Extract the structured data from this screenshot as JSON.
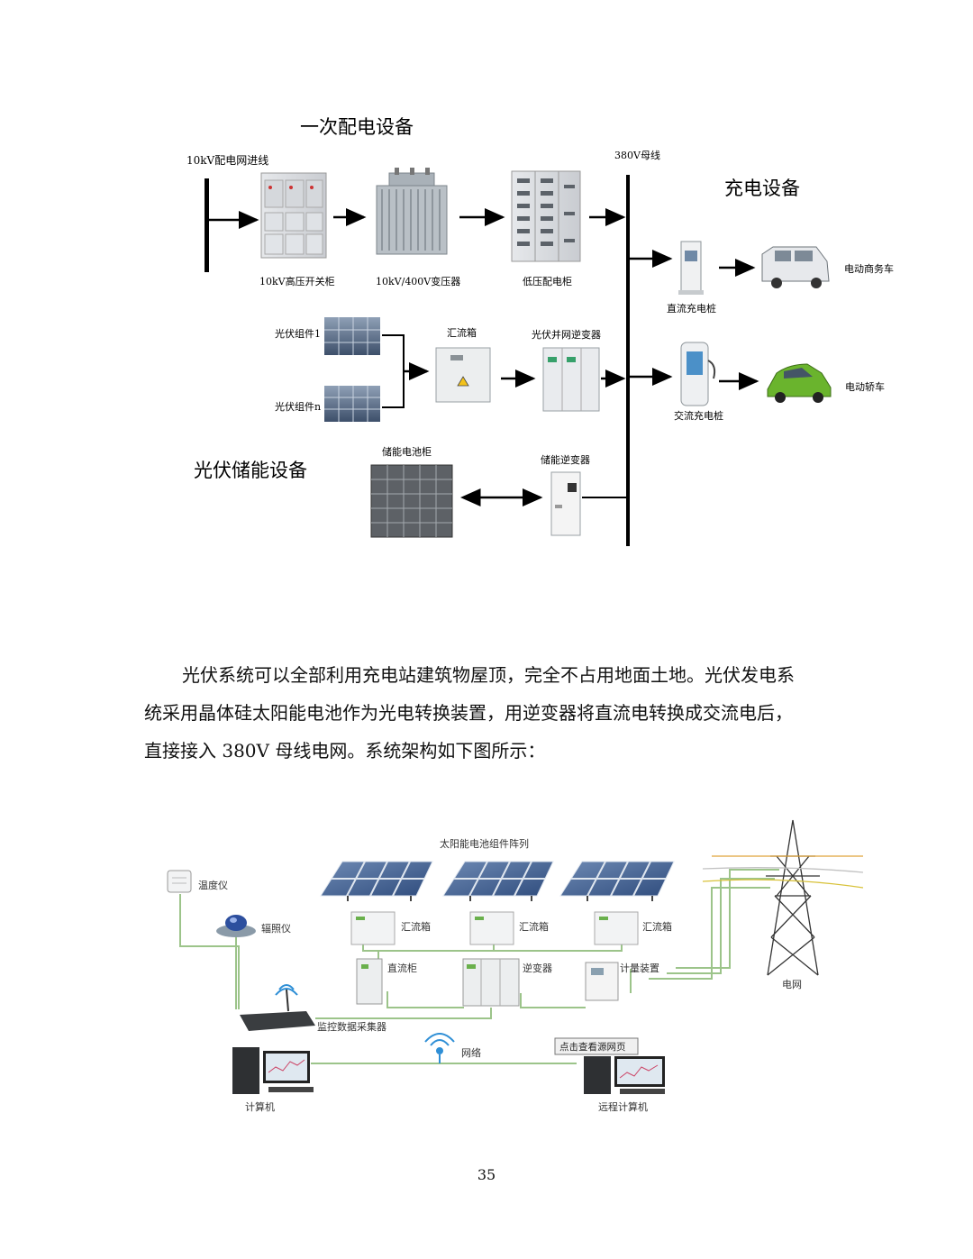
{
  "diagram1": {
    "section_primary": "一次配电设备",
    "section_charging": "充电设备",
    "section_storage": "光伏储能设备",
    "incoming_line": "10kV配电网进线",
    "bus_380": "380V母线",
    "hv_switchgear": "10kV高压开关柜",
    "transformer": "10kV/400V变压器",
    "lv_cabinet": "低压配电柜",
    "pv_module_1": "光伏组件1",
    "pv_module_n": "光伏组件n",
    "combiner_box": "汇流箱",
    "pv_inverter": "光伏并网逆变器",
    "battery_cabinet": "储能电池柜",
    "storage_inverter": "储能逆变器",
    "dc_charger": "直流充电桩",
    "ac_charger": "交流充电桩",
    "ev_van": "电动商务车",
    "ev_car": "电动轿车"
  },
  "paragraph": {
    "line1": "光伏系统可以全部利用充电站建筑物屋顶，完全不占用地面土地。光伏发电系",
    "line2": "统采用晶体硅太阳能电池作为光电转换装置，用逆变器将直流电转换成交流电后，",
    "line3": "直接接入 380V 母线电网。系统架构如下图所示："
  },
  "diagram2": {
    "solar_array": "太阳能电池组件阵列",
    "thermometer": "温度仪",
    "irradiance_meter": "辐照仪",
    "combiner_1": "汇流箱",
    "combiner_2": "汇流箱",
    "combiner_3": "汇流箱",
    "dc_cabinet": "直流柜",
    "inverter": "逆变器",
    "metering": "计量装置",
    "grid": "电网",
    "collector": "监控数据采集器",
    "network": "网络",
    "view_source": "点击查看源网页",
    "computer": "计算机",
    "remote_computer": "远程计算机"
  },
  "page_number": "35",
  "colors": {
    "green_line": "#9cc48a",
    "black_bus": "#000000",
    "panel_blue": "#4a6a96"
  }
}
